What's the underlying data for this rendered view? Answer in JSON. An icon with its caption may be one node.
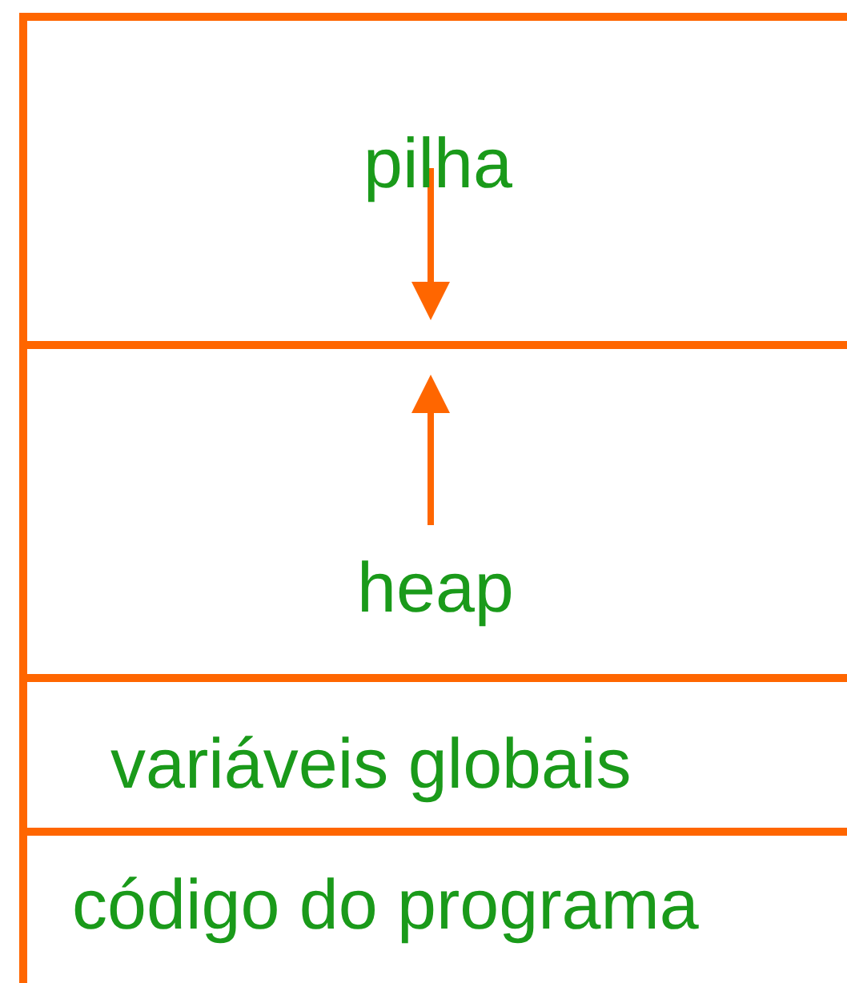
{
  "diagram": {
    "nodes": [
      {
        "text": [
          "pilha"
        ]
      },
      {
        "text": [
          "heap"
        ]
      },
      {
        "text": [
          "variáveis globais"
        ]
      },
      {
        "text": [
          "código do programa"
        ]
      }
    ]
  }
}
